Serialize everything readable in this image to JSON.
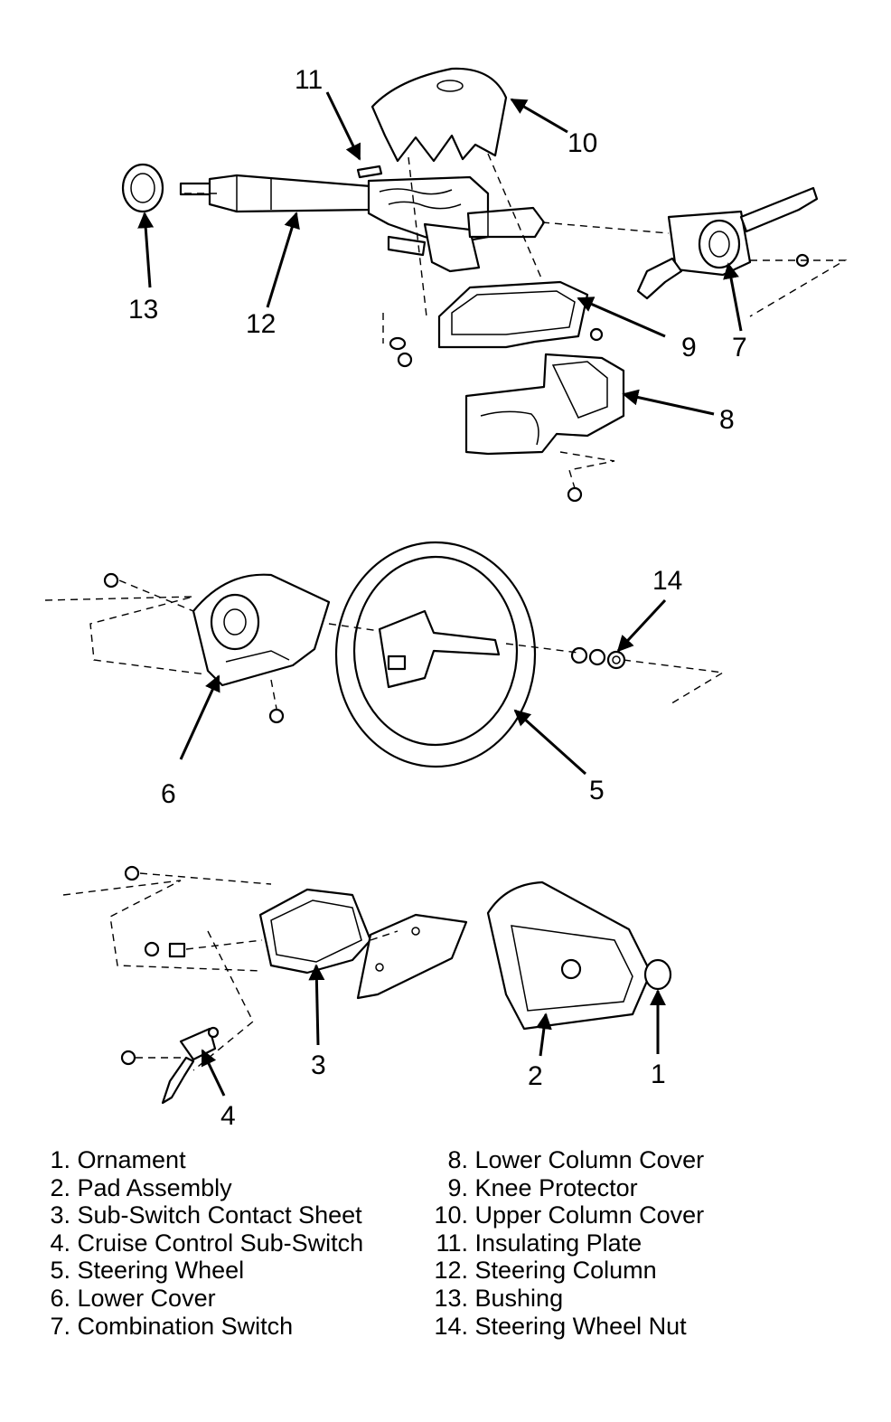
{
  "callouts": {
    "c1": "1",
    "c2": "2",
    "c3": "3",
    "c4": "4",
    "c5": "5",
    "c6": "6",
    "c7": "7",
    "c8": "8",
    "c9": "9",
    "c10": "10",
    "c11": "11",
    "c12": "12",
    "c13": "13",
    "c14": "14"
  },
  "legend": {
    "left": [
      {
        "num": "1.",
        "label": "Ornament"
      },
      {
        "num": "2.",
        "label": "Pad Assembly"
      },
      {
        "num": "3.",
        "label": "Sub-Switch Contact Sheet"
      },
      {
        "num": "4.",
        "label": "Cruise Control Sub-Switch"
      },
      {
        "num": "5.",
        "label": "Steering Wheel"
      },
      {
        "num": "6.",
        "label": "Lower Cover"
      },
      {
        "num": "7.",
        "label": "Combination Switch"
      }
    ],
    "right": [
      {
        "num": "8.",
        "label": "Lower Column Cover"
      },
      {
        "num": "9.",
        "label": "Knee Protector"
      },
      {
        "num": "10.",
        "label": "Upper Column Cover"
      },
      {
        "num": "11.",
        "label": "Insulating Plate"
      },
      {
        "num": "12.",
        "label": "Steering Column"
      },
      {
        "num": "13.",
        "label": "Bushing"
      },
      {
        "num": "14.",
        "label": "Steering Wheel Nut"
      }
    ]
  }
}
